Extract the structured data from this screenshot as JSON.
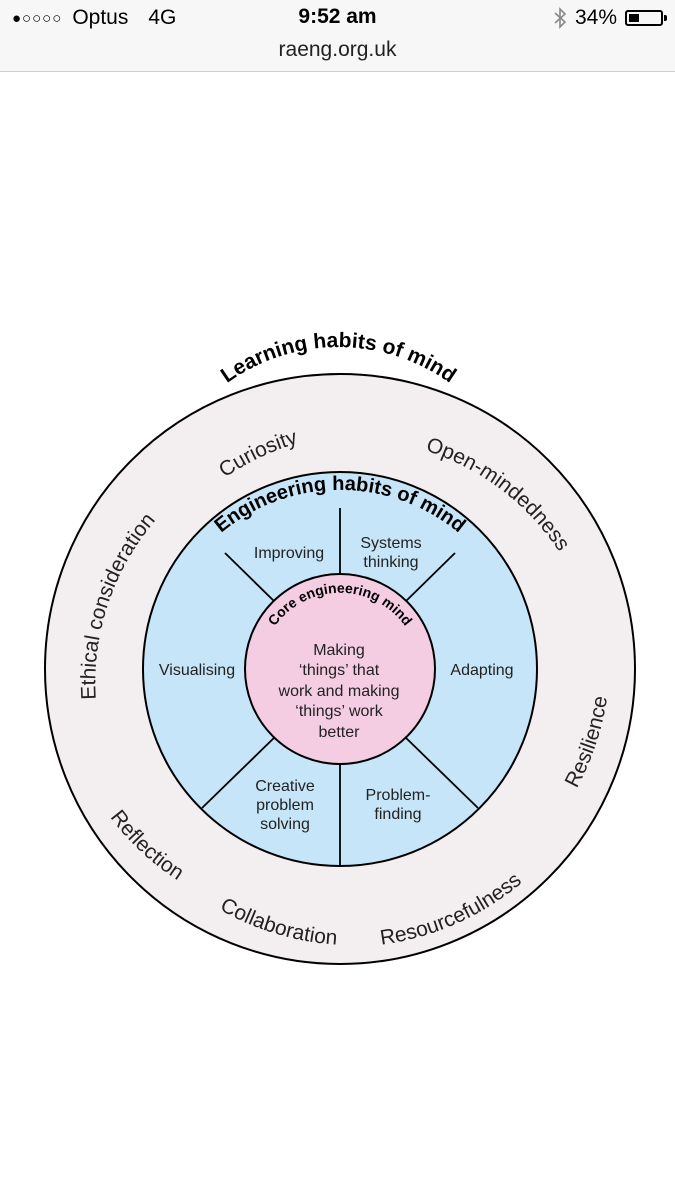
{
  "status_bar": {
    "signal": "●○○○○",
    "carrier": "Optus",
    "network": "4G",
    "time": "9:52 am",
    "battery_percent": "34%",
    "battery_level": 0.34,
    "icons": [
      "bluetooth-icon",
      "battery-icon"
    ]
  },
  "browser": {
    "url": "raeng.org.uk"
  },
  "diagram": {
    "outer_ring": {
      "title": "Learning habits of mind",
      "items": [
        "Curiosity",
        "Open-mindedness",
        "Resilience",
        "Resourcefulness",
        "Collaboration",
        "Reflection",
        "Ethical consideration"
      ]
    },
    "middle_ring": {
      "title": "Engineering habits of mind",
      "segments": {
        "improving": "Improving",
        "systems_thinking_1": "Systems",
        "systems_thinking_2": "thinking",
        "adapting": "Adapting",
        "problem_finding_1": "Problem-",
        "problem_finding_2": "finding",
        "creative_1": "Creative",
        "creative_2": "problem",
        "creative_3": "solving",
        "visualising": "Visualising"
      }
    },
    "core": {
      "title": "Core engineering mind",
      "lines": [
        "Making",
        "‘things’ that",
        "work and making",
        "‘things’ work",
        "better"
      ]
    },
    "colors": {
      "outer_fill": "#f3eeef",
      "middle_fill": "#c6e5f8",
      "core_fill": "#f4cde3",
      "stroke": "#000000"
    }
  }
}
